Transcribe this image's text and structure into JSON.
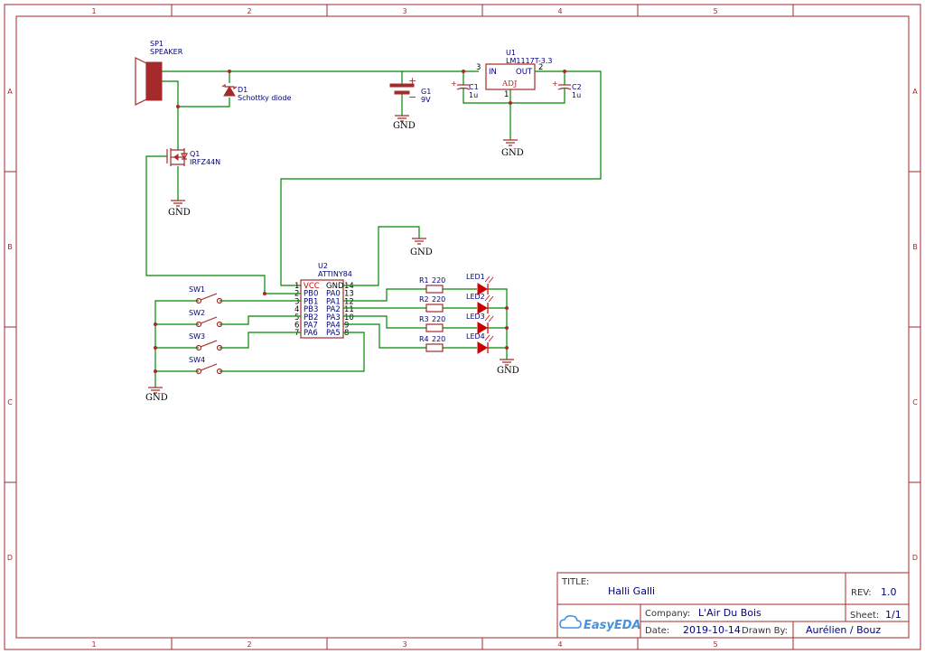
{
  "border": {
    "columns": [
      "1",
      "2",
      "3",
      "4",
      "5"
    ],
    "rows": [
      "A",
      "B",
      "C",
      "D"
    ]
  },
  "components": {
    "speaker": {
      "ref": "SP1",
      "value": "SPEAKER"
    },
    "diode": {
      "ref": "D1",
      "value": "Schottky diode"
    },
    "mosfet": {
      "ref": "Q1",
      "value": "IRFZ44N"
    },
    "battery": {
      "ref": "G1",
      "value": "9V"
    },
    "regulator": {
      "ref": "U1",
      "value": "LM1117T-3.3",
      "pin_in": "IN",
      "pin_out": "OUT",
      "pin_adj": "ADJ",
      "num_in": "3",
      "num_out": "2",
      "num_adj": "1"
    },
    "c1": {
      "ref": "C1",
      "value": "1u"
    },
    "c2": {
      "ref": "C2",
      "value": "1u"
    },
    "mcu": {
      "ref": "U2",
      "value": "ATTINY84",
      "left_pins": [
        {
          "num": "1",
          "name": "VCC"
        },
        {
          "num": "2",
          "name": "PB0"
        },
        {
          "num": "3",
          "name": "PB1"
        },
        {
          "num": "4",
          "name": "PB3"
        },
        {
          "num": "5",
          "name": "PB2"
        },
        {
          "num": "6",
          "name": "PA7"
        },
        {
          "num": "7",
          "name": "PA6"
        }
      ],
      "right_pins": [
        {
          "num": "14",
          "name": "GND"
        },
        {
          "num": "13",
          "name": "PA0"
        },
        {
          "num": "12",
          "name": "PA1"
        },
        {
          "num": "11",
          "name": "PA2"
        },
        {
          "num": "10",
          "name": "PA3"
        },
        {
          "num": "9",
          "name": "PA4"
        },
        {
          "num": "8",
          "name": "PA5"
        }
      ]
    },
    "resistors": [
      {
        "ref": "R1",
        "value": "220"
      },
      {
        "ref": "R2",
        "value": "220"
      },
      {
        "ref": "R3",
        "value": "220"
      },
      {
        "ref": "R4",
        "value": "220"
      }
    ],
    "leds": [
      "LED1",
      "LED2",
      "LED3",
      "LED4"
    ],
    "switches": [
      "SW1",
      "SW2",
      "SW3",
      "SW4"
    ],
    "gnd_label": "GND",
    "battery_plus": "+",
    "battery_minus": "−",
    "cap_plus": "+"
  },
  "title_block": {
    "title_label": "TITLE:",
    "title": "Halli Galli",
    "rev_label": "REV:",
    "rev": "1.0",
    "company_label": "Company:",
    "company": "L'Air Du Bois",
    "sheet_label": "Sheet:",
    "sheet": "1/1",
    "date_label": "Date:",
    "date": "2019-10-14",
    "drawn_label": "Drawn By:",
    "drawn_by": "Aurélien / Bouz",
    "logo": "EasyEDA",
    "logo_icon": "cloud-icon"
  },
  "colors": {
    "frame": "#a52a2a",
    "wire": "#008800",
    "label": "#000080",
    "led": "#cc0000"
  }
}
